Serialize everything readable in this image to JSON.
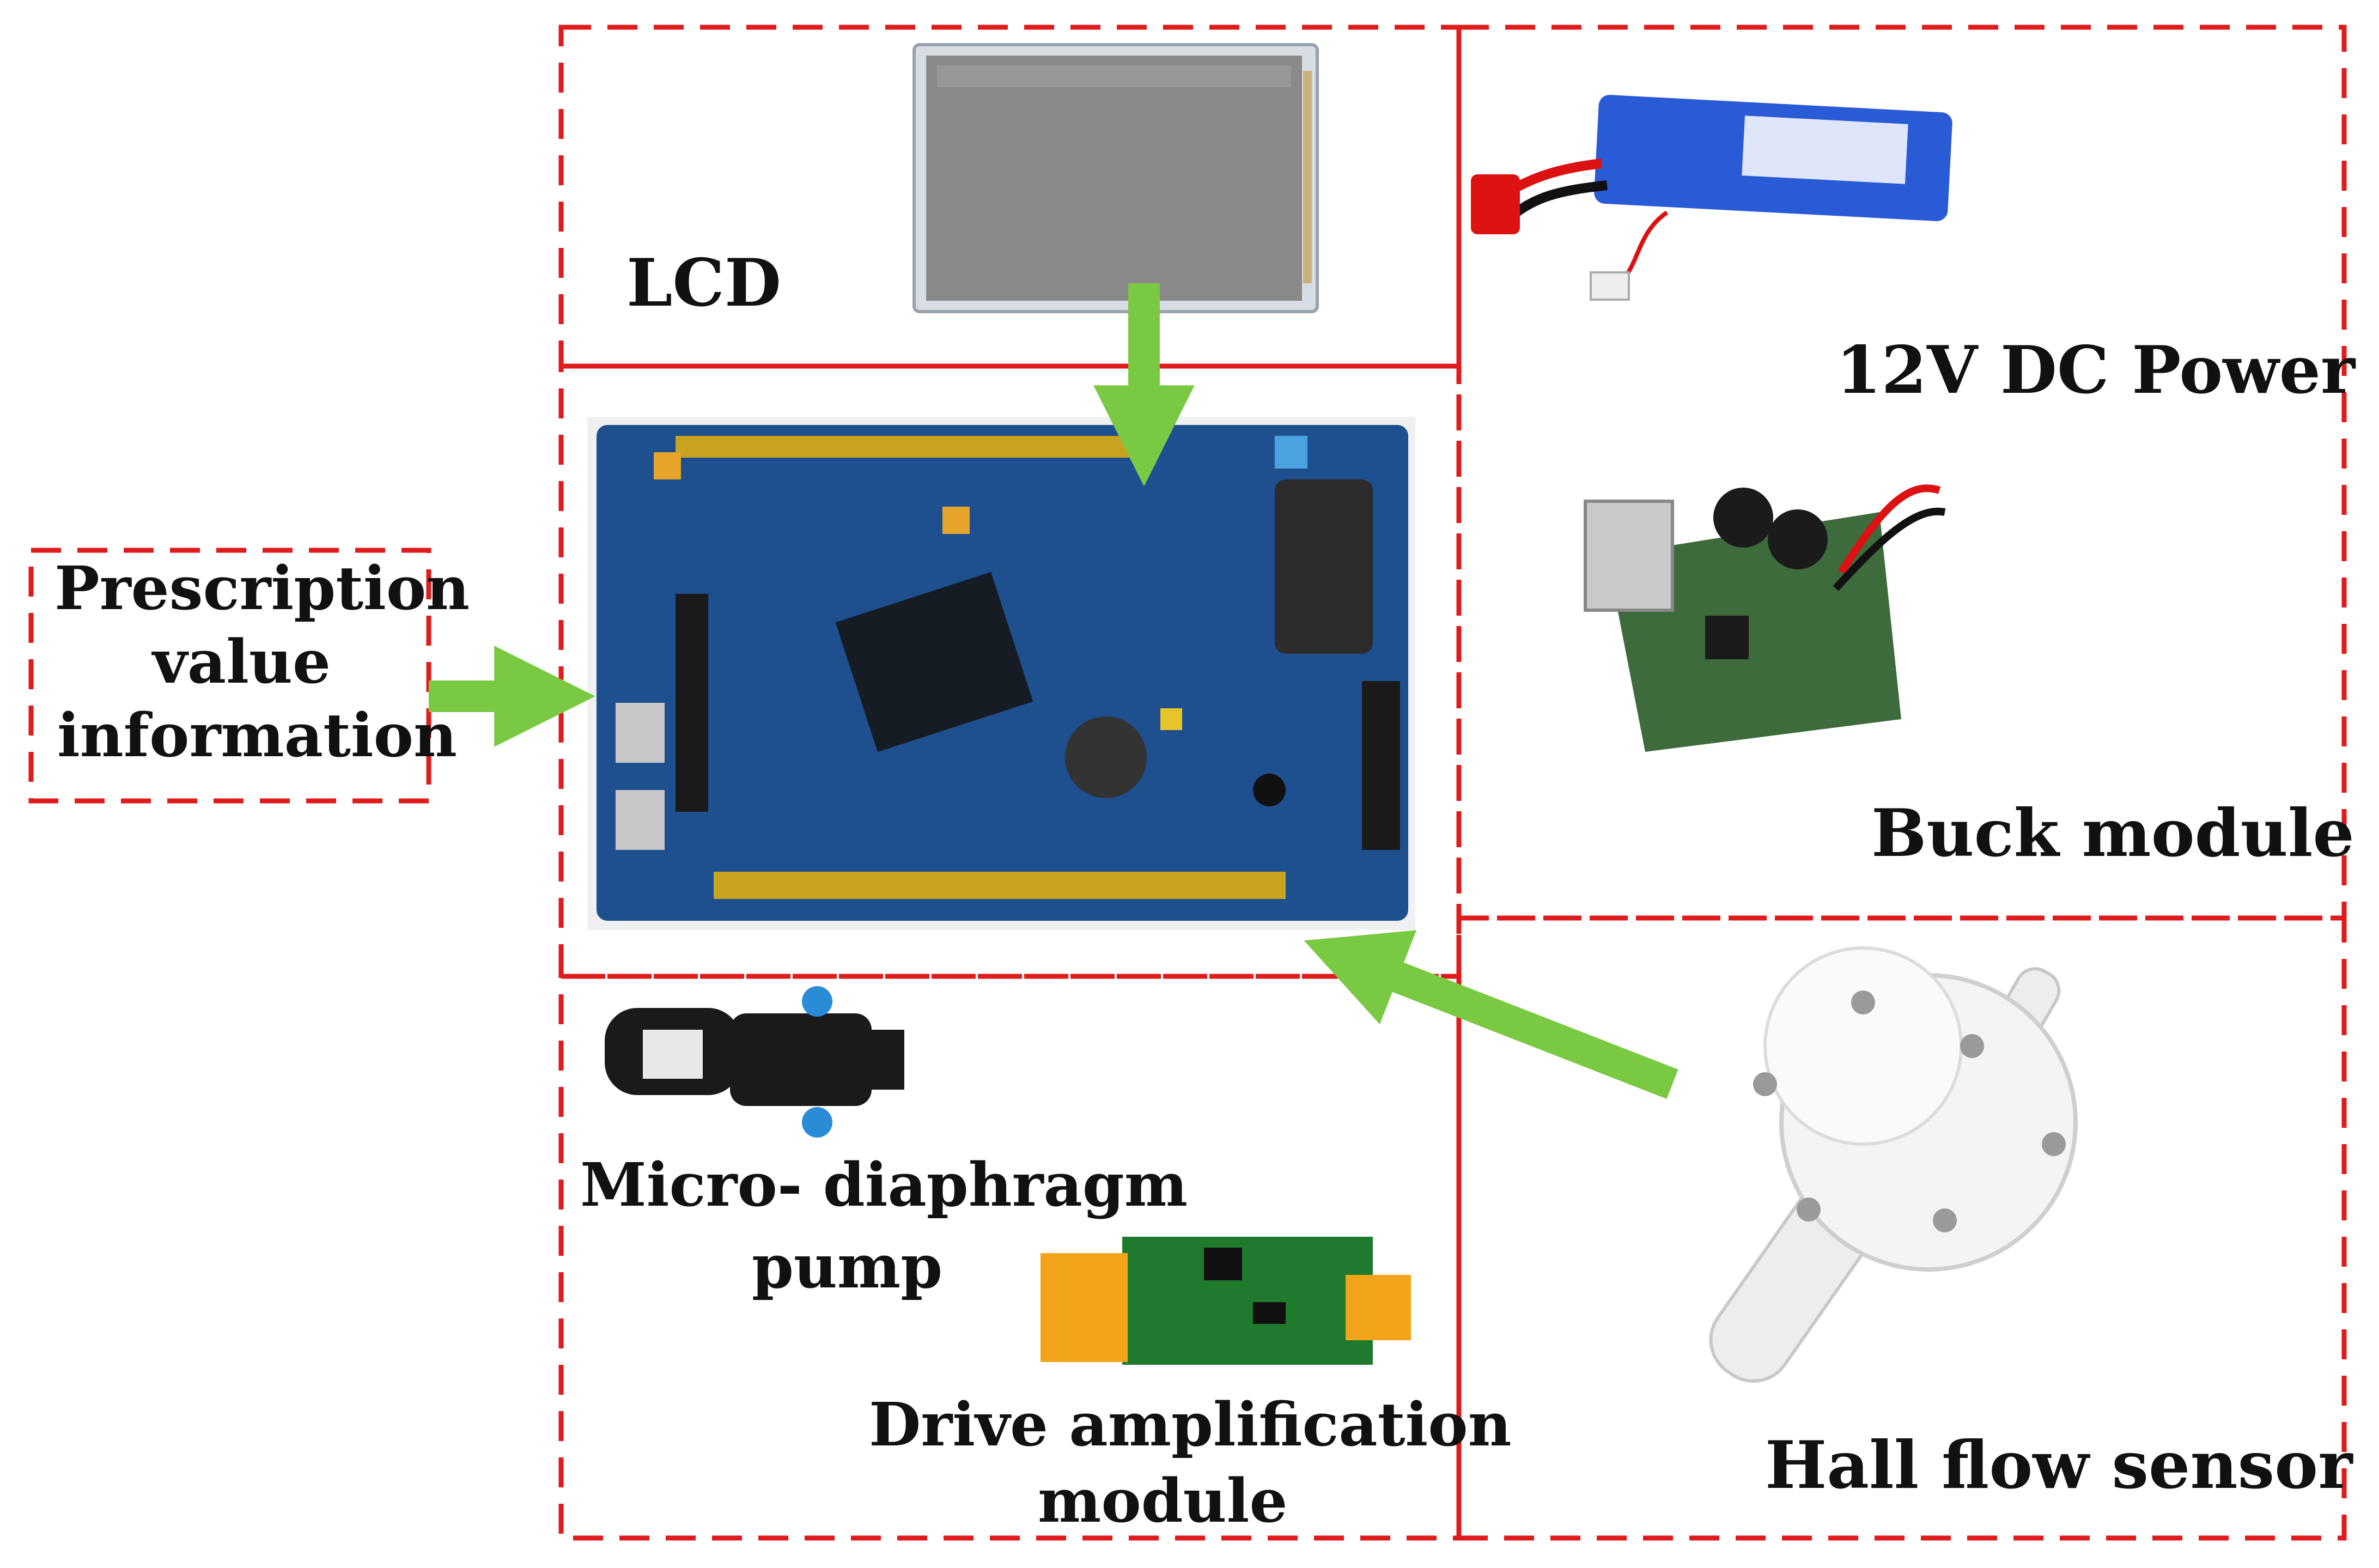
{
  "labels": {
    "lcd": "LCD",
    "power": "12V DC Power",
    "buck": "Buck module",
    "prescription": [
      "Prescription",
      "value",
      "information"
    ],
    "pump": [
      "Micro- diaphragm",
      "pump"
    ],
    "drive": [
      "Drive amplification",
      "module"
    ],
    "hall": "Hall flow sensor"
  },
  "colors": {
    "dashed_border": "#e01b1b",
    "arrow": "#7ac943",
    "pcb": "#1e4f8f",
    "lcd_screen": "#8a8a8a",
    "battery": "#2a5bd6",
    "terminal": "#f2a51a",
    "driver_pcb": "#1f7a2e",
    "sensor_body": "#f4f4f4"
  },
  "components": {
    "lcd_image": "lcd-screen",
    "mcu_board_image": "stm32-development-board",
    "battery_image": "lipo-battery",
    "buck_image": "buck-converter-board",
    "pump_image": "micro-diaphragm-pump",
    "driver_image": "drive-amplification-board",
    "sensor_image": "hall-flow-sensor"
  }
}
